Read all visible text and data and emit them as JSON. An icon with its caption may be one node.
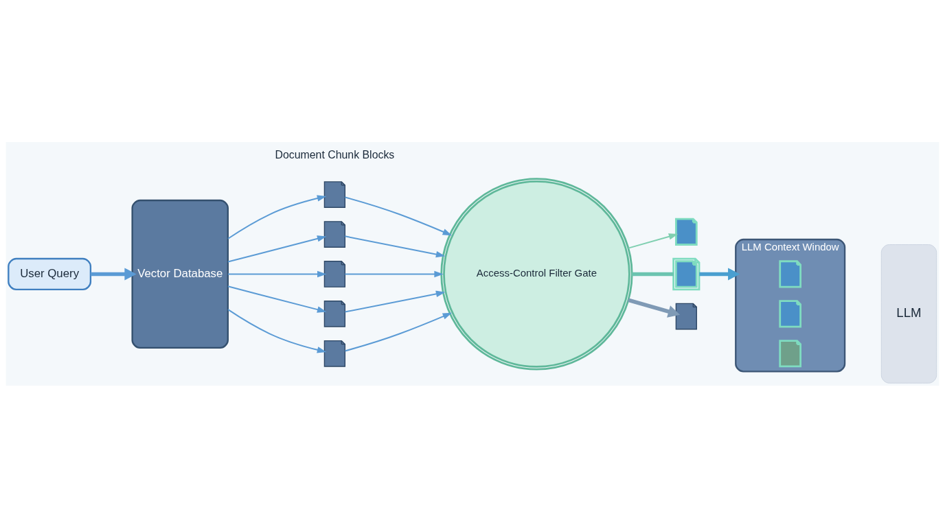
{
  "diagram": {
    "nodes": [
      {
        "text": [
          "User Query"
        ]
      },
      {
        "text": [
          "Vector Database"
        ]
      },
      {
        "text": [],
        "shape": "document"
      },
      {
        "text": [],
        "shape": "document"
      },
      {
        "text": [],
        "shape": "document"
      },
      {
        "text": [],
        "shape": "document"
      },
      {
        "text": [],
        "shape": "document"
      },
      {
        "text": [
          "Access-Control Filter Gate"
        ]
      },
      {
        "text": [],
        "shape": "document"
      },
      {
        "text": [],
        "shape": "document"
      },
      {
        "text": [],
        "shape": "document"
      },
      {
        "text": [
          "LLM Context Window"
        ]
      },
      {
        "text": [],
        "shape": "document",
        "in": 11
      },
      {
        "text": [],
        "shape": "document",
        "in": 11
      },
      {
        "text": [],
        "shape": "document",
        "in": 11
      },
      {
        "text": [
          "LLM"
        ]
      }
    ],
    "edges": [
      {
        "from": 0,
        "to": 1,
        "arrow": "to",
        "style": "thick"
      },
      {
        "from": 1,
        "to": 2,
        "arrow": "to"
      },
      {
        "from": 1,
        "to": 3,
        "arrow": "to"
      },
      {
        "from": 1,
        "to": 4,
        "arrow": "to"
      },
      {
        "from": 1,
        "to": 5,
        "arrow": "to"
      },
      {
        "from": 1,
        "to": 6,
        "arrow": "to"
      },
      {
        "from": 2,
        "to": 7,
        "arrow": "to"
      },
      {
        "from": 3,
        "to": 7,
        "arrow": "to"
      },
      {
        "from": 4,
        "to": 7,
        "arrow": "to"
      },
      {
        "from": 5,
        "to": 7,
        "arrow": "to"
      },
      {
        "from": 6,
        "to": 7,
        "arrow": "to"
      },
      {
        "from": 7,
        "to": 8,
        "arrow": "to",
        "color": "#7fcfb0"
      },
      {
        "from": 7,
        "to": 9,
        "arrow": "none",
        "style": "thick",
        "color": "#6cc4b0"
      },
      {
        "from": 9,
        "to": 11,
        "arrow": "to",
        "style": "thick",
        "color": "#4a9fd0"
      },
      {
        "from": 7,
        "to": 10,
        "arrow": "to",
        "style": "thick",
        "color": "#7f9ab5"
      }
    ],
    "labels": [
      "Document Chunk Blocks"
    ]
  }
}
